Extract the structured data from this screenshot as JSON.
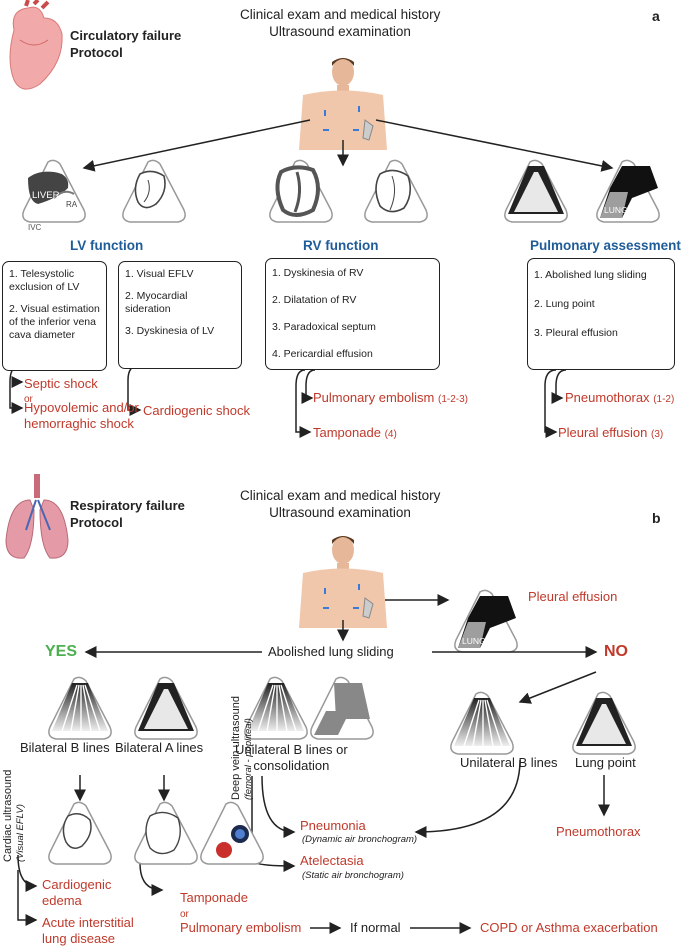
{
  "panel_a": {
    "letter": "a",
    "protocol": [
      "Circulatory failure",
      "Protocol"
    ],
    "header": [
      "Clinical exam and medical history",
      "Ultrasound examination"
    ],
    "liver_labels": {
      "liver": "LIVER",
      "ra": "RA",
      "ivc": "IVC"
    },
    "lung_tag": "LUNG",
    "lv_title": "LV function",
    "rv_title": "RV function",
    "pulm_title": "Pulmonary assessment",
    "box_lv1": [
      "1. Telesystolic exclusion of LV",
      "2. Visual estimation of the inferior vena cava diameter"
    ],
    "box_lv2": [
      "1. Visual EFLV",
      "2. Myocardial sideration",
      "3. Dyskinesia of LV"
    ],
    "box_rv": [
      "1. Dyskinesia of RV",
      "2. Dilatation of RV",
      "3. Paradoxical septum",
      "4. Pericardial effusion"
    ],
    "box_pulm": [
      "1. Abolished lung sliding",
      "2. Lung point",
      "3. Pleural effusion"
    ],
    "out": {
      "septic": "Septic shock",
      "or": "or",
      "hypo": "Hypovolemic and/or",
      "hemo": "hemorraghic shock",
      "cardiogenic": "Cardiogenic shock",
      "pe": "Pulmonary embolism",
      "pe_ref": "(1-2-3)",
      "tamponade": "Tamponade",
      "tamp_ref": "(4)",
      "pneumothorax": "Pneumothorax",
      "ptx_ref": "(1-2)",
      "pleural": "Pleural effusion",
      "pleural_ref": "(3)"
    }
  },
  "panel_b": {
    "letter": "b",
    "protocol": [
      "Respiratory failure",
      "Protocol"
    ],
    "header": [
      "Clinical exam and medical history",
      "Ultrasound examination"
    ],
    "pleural": "Pleural effusion",
    "lung_tag": "LUNG",
    "abolished": "Abolished lung sliding",
    "yes": "YES",
    "no": "NO",
    "bilat_b": "Bilateral B lines",
    "bilat_a": "Bilateral A lines",
    "unilat_cons": [
      "Unilateral B lines or",
      "consolidation"
    ],
    "unilat_b": "Unilateral B lines",
    "lung_point": "Lung point",
    "cardiac_us": "Cardiac ultrasound",
    "visual_eflv": "(Visual EFLV)",
    "dvt_us": "Deep vein ultrasound",
    "fem_pop": "(femoral - popliteal)",
    "pneumonia": "Pneumonia",
    "dyn": "(Dynamic air bronchogram)",
    "atelectasia": "Atelectasia",
    "stat": "(Static air bronchogram)",
    "pneumothorax": "Pneumothorax",
    "cardio_edema": [
      "Cardiogenic",
      "edema"
    ],
    "acute_ild": [
      "Acute interstitial",
      "lung disease"
    ],
    "tamponade": "Tamponade",
    "or": "or",
    "pe": "Pulmonary embolism",
    "if_normal": "If normal",
    "copd": "COPD or Asthma exacerbation"
  }
}
